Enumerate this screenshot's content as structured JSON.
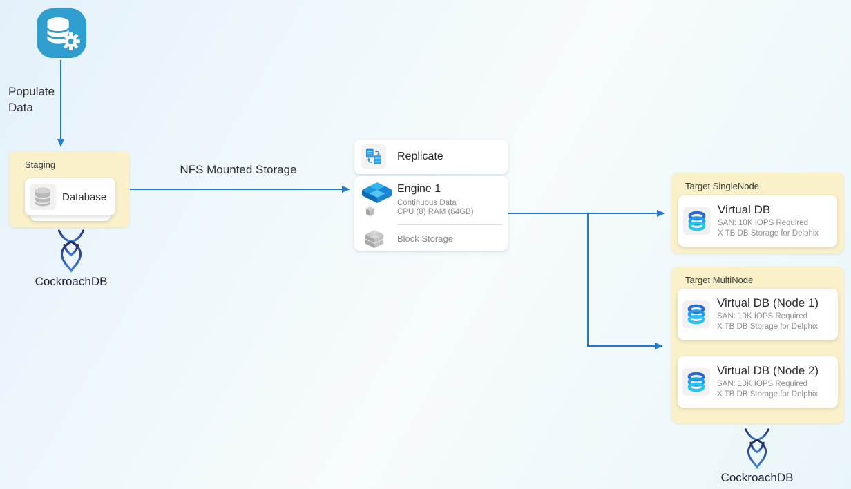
{
  "diagram": {
    "populate_label": "Populate Data",
    "nfs_label": "NFS Mounted Storage",
    "staging": {
      "title": "Staging",
      "card": {
        "label": "Database",
        "icon": "database-cylinder-icon"
      }
    },
    "cockroach_left": {
      "label": "CockroachDB",
      "icon": "cockroachdb-logo"
    },
    "engine_stack": {
      "replicate": {
        "label": "Replicate",
        "icon": "replicate-sync-icon"
      },
      "engine": {
        "title": "Engine 1",
        "line1": "Continuous Data",
        "line2": "CPU (8) RAM (64GB)",
        "icon": "engine-blocks-icon"
      },
      "block_storage": {
        "label": "Block Storage",
        "icon": "block-storage-cubes-icon"
      }
    },
    "target_single": {
      "title": "Target SingleNode",
      "cards": [
        {
          "title": "Virtual DB",
          "line1": "SAN: 10K IOPS Required",
          "line2": "X TB DB Storage for Delphix",
          "icon": "virtual-db-rings-icon"
        }
      ]
    },
    "target_multi": {
      "title": "Target MultiNode",
      "cards": [
        {
          "title": "Virtual DB (Node 1)",
          "line1": "SAN: 10K IOPS Required",
          "line2": "X TB DB Storage for Delphix",
          "icon": "virtual-db-rings-icon"
        },
        {
          "title": "Virtual DB (Node 2)",
          "line1": "SAN: 10K IOPS Required",
          "line2": "X TB DB Storage for Delphix",
          "icon": "virtual-db-rings-icon"
        }
      ]
    },
    "cockroach_right": {
      "label": "CockroachDB",
      "icon": "cockroachdb-logo"
    },
    "source": {
      "icon": "database-gear-icon"
    },
    "colors": {
      "arrow_blue": "#1f7ad1",
      "panel_yellow": "#faf0ca",
      "source_icon_blue": "#2f9dce",
      "engine_icon_blue": "#1e97e2",
      "subtext_gray": "#8e8e8e"
    }
  }
}
